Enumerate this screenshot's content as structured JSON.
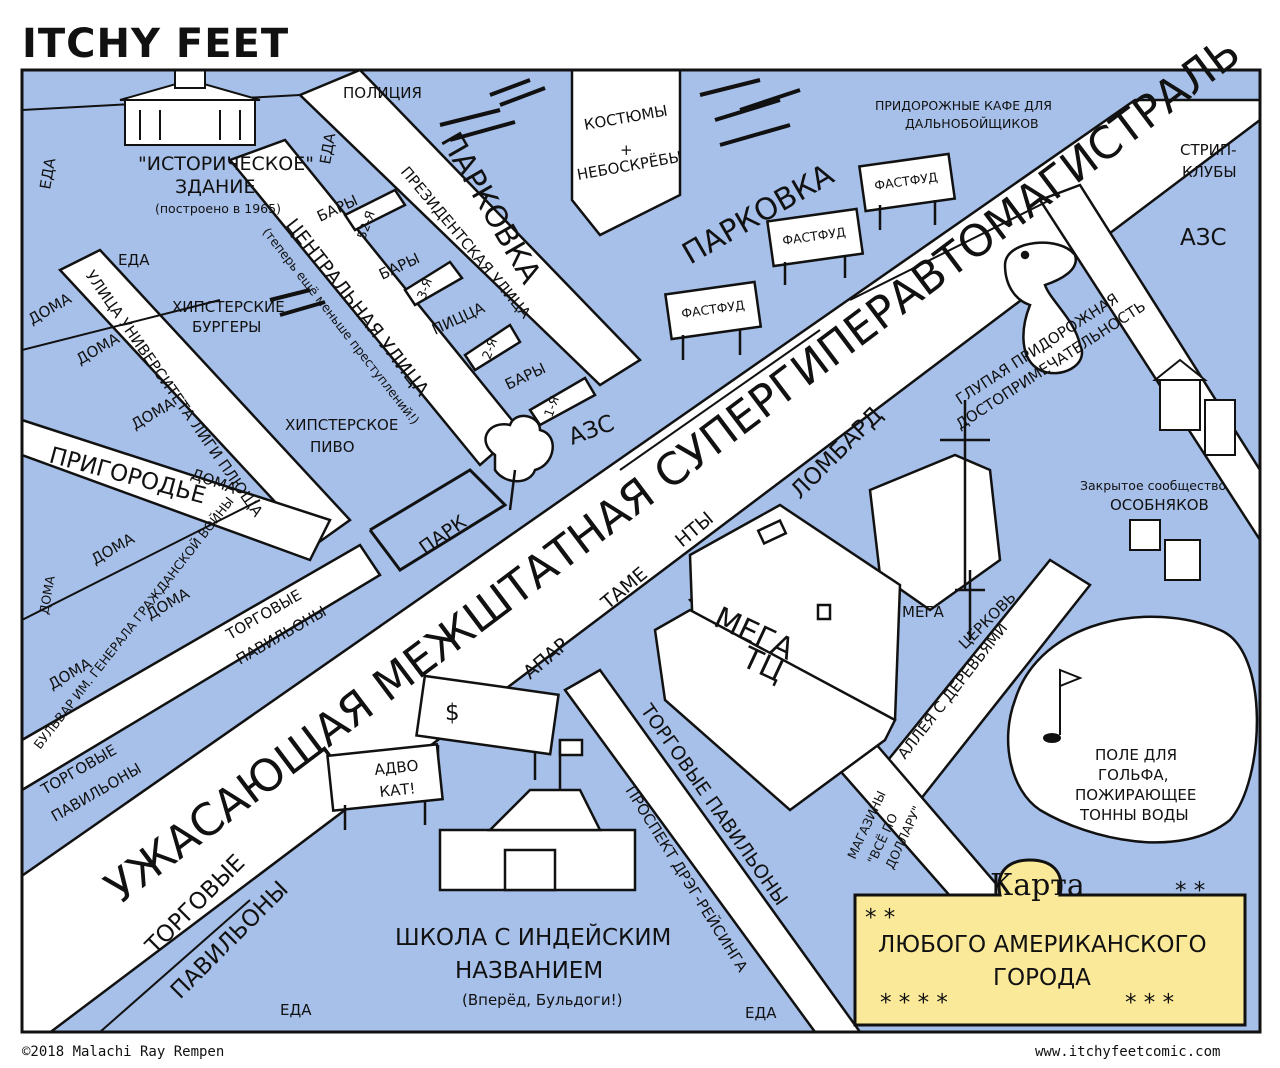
{
  "header": {
    "title": "ITCHY FEET"
  },
  "footer": {
    "copyright": "©2018 Malachi Ray Rempen",
    "website": "www.itchyfeetcomic.com"
  },
  "colors": {
    "block": "#a7c0ea",
    "road": "#ffffff",
    "ink": "#111111",
    "cartouche": "#fbe99a"
  },
  "cartouche": {
    "title": "Карта",
    "subtitle_line1": "ЛЮБОГО АМЕРИКАНСКОГО",
    "subtitle_line2": "ГОРОДА"
  },
  "roads": {
    "highway": "УЖАСАЮЩАЯ МЕЖШТАТНАЯ СУПЕРГИПЕРАВТОМАГИСТРАЛЬ",
    "central_street": "ЦЕНТРАЛЬНАЯ УЛИЦА",
    "central_note": "(теперь ещё меньше преступлений!)",
    "presidential": "ПРЕЗИДЕНТСКАЯ УЛИЦА",
    "ivy_league": "УЛИЦА УНИВЕРСИТЕТА ЛИГИ ПЛЮЩА",
    "suburbs": "ПРИГОРОДЬЕ",
    "boulevard": "БУЛЬВАР ИМ. ГЕНЕРАЛА ГРАЖДАНСКОЙ ВОЙНЫ",
    "drag_race": "ПРОСПЕКТ ДРЭГ-РЕЙСИНГА",
    "tree_alley": "АЛЛЕЯ С ДЕРЕВЬЯМИ",
    "st52": "52-Я",
    "st3": "3-Я",
    "st2": "2-Я",
    "st1": "1-Я"
  },
  "labels": {
    "police": "ПОЛИЦИЯ",
    "food": "ЕДА",
    "historic_1": "\"ИСТОРИЧЕСКОЕ\"",
    "historic_2": "ЗДАНИЕ",
    "historic_3": "(построено в 1965)",
    "bars": "БАРЫ",
    "pizza": "ПИЦЦА",
    "houses": "ДОМА",
    "hipster_burgers_1": "ХИПСТЕРСКИЕ",
    "hipster_burgers_2": "БУРГЕРЫ",
    "hipster_beer_1": "ХИПСТЕРСКОЕ",
    "hipster_beer_2": "ПИВО",
    "parking": "ПАРКОВКА",
    "suits_1": "КОСТЮМЫ",
    "suits_2": "+",
    "suits_3": "НЕБОСКРЁБЫ",
    "truck_cafe_1": "ПРИДОРОЖНЫЕ КАФЕ ДЛЯ",
    "truck_cafe_2": "ДАЛЬНОБОЙЩИКОВ",
    "strip_1": "СТРИП-",
    "strip_2": "КЛУБЫ",
    "gas": "АЗС",
    "fastfood": "ФАСТФУД",
    "attraction_1": "ГЛУПАЯ ПРИДОРОЖНАЯ",
    "attraction_2": "ДОСТОПРИМЕЧАТЕЛЬНОСТЬ",
    "gated_1": "Закрытое сообщество",
    "gated_2": "ОСОБНЯКОВ",
    "pawn": "ЛОМБАРД",
    "mega_church_1": "МЕГА",
    "mega_church_2": "ЦЕРКОВЬ",
    "mega_mall_1": "МЕГА",
    "mega_mall_2": "ТЦ",
    "apartments_1": "АПАР",
    "apartments_2": "ТАМЕ",
    "apartments_3": "НТЫ",
    "park": "ПАРК",
    "shops": "ТОРГОВЫЕ ПАВИЛЬОНЫ",
    "shops_1": "ТОРГОВЫЕ",
    "shops_2": "ПАВИЛЬОНЫ",
    "lawyer_1": "АДВО",
    "lawyer_2": "КАТ!",
    "dollar_sign": "$",
    "school_1": "ШКОЛА С ИНДЕЙСКИМ",
    "school_2": "НАЗВАНИЕМ",
    "school_3": "(Вперёд, Бульдоги!)",
    "dollar_store_1": "МАГАЗИНЫ",
    "dollar_store_2": "\"ВСЁ ПО",
    "dollar_store_3": "ДОЛЛАРУ\"",
    "golf_1": "ПОЛЕ ДЛЯ",
    "golf_2": "ГОЛЬФА,",
    "golf_3": "ПОЖИРАЮЩЕЕ",
    "golf_4": "ТОННЫ ВОДЫ"
  },
  "icons": {
    "historic": "historic-building-icon",
    "skyscraper": "skyscraper-icon",
    "dinosaur": "dinosaur-statue-icon",
    "mansions": "mansion-icon",
    "church": "church-icon",
    "mall": "mall-icon",
    "school": "school-icon",
    "tree": "tree-icon",
    "billboard": "billboard-icon",
    "golf": "golf-flag-icon"
  }
}
